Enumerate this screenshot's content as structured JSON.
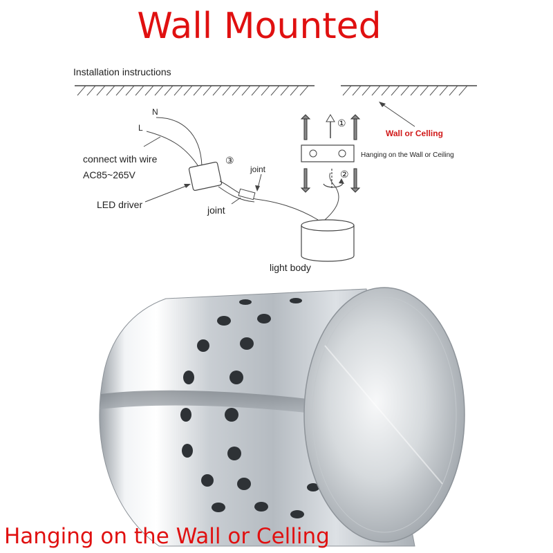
{
  "title": "Wall Mounted",
  "caption": "Hanging on the Wall or Celling",
  "diagram": {
    "heading": "Installation instructions",
    "labels": {
      "n": "N",
      "l": "L",
      "connect": "connect with wire",
      "voltage": "AC85~265V",
      "step3": "③",
      "joint_top": "joint",
      "joint_bottom": "joint",
      "led_driver": "LED driver",
      "light_body": "light body",
      "wall_or_ceiling": "Wall or Celling",
      "step1": "①",
      "step2": "②",
      "hanging": "Hanging on the Wall  or Ceiling"
    },
    "accent_color": "#e01010"
  },
  "product": {
    "name": "cylindrical-aluminium-wall-light",
    "color": "#c7ccd1"
  }
}
